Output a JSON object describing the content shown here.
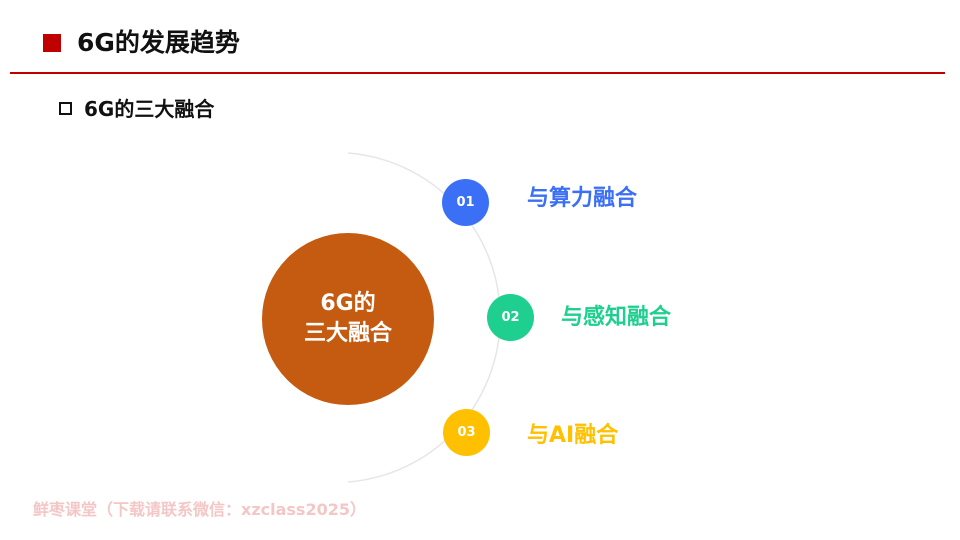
{
  "header": {
    "title": "6G的发展趋势",
    "accent_color": "#c00000"
  },
  "section": {
    "subtitle": "6G的三大融合"
  },
  "diagram": {
    "center": {
      "line1": "6G的",
      "line2": "三大融合",
      "color": "#c55a11"
    },
    "items": [
      {
        "number": "01",
        "label": "与算力融合",
        "color": "#3b6ff5"
      },
      {
        "number": "02",
        "label": "与感知融合",
        "color": "#1fcf8f"
      },
      {
        "number": "03",
        "label": "与AI融合",
        "color": "#ffc000"
      }
    ]
  },
  "watermark": {
    "text": "鲜枣课堂（下载请联系微信：xzclass2025）"
  }
}
